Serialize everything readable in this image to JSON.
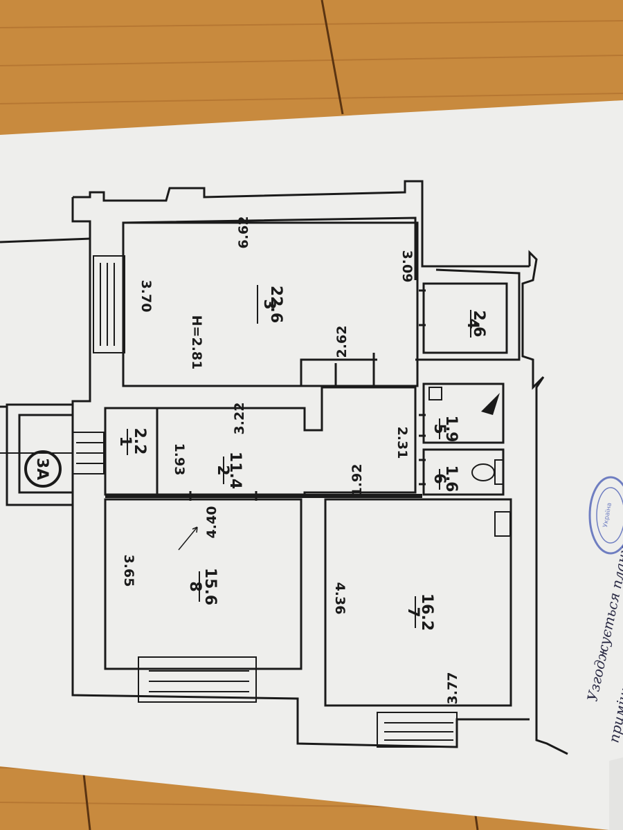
{
  "plan": {
    "building_marker": "3А",
    "ceiling_height": "H=2.81",
    "rooms": [
      {
        "id": "room-1",
        "number": "1",
        "area": "2.2",
        "dims": [
          "1.93"
        ]
      },
      {
        "id": "room-2",
        "number": "2",
        "area": "11.4",
        "dims": [
          "3.22",
          "2.31",
          "1.92"
        ]
      },
      {
        "id": "room-3",
        "number": "3",
        "area": "22.6",
        "dims": [
          "6.62",
          "3.70",
          "3.09",
          "2.62"
        ]
      },
      {
        "id": "room-4",
        "number": "4",
        "area": "2.6",
        "dims": []
      },
      {
        "id": "room-5",
        "number": "5",
        "area": "1.9",
        "dims": []
      },
      {
        "id": "room-6",
        "number": "6",
        "area": "1.6",
        "dims": []
      },
      {
        "id": "room-7",
        "number": "7",
        "area": "16.2",
        "dims": [
          "4.36",
          "3.77"
        ]
      },
      {
        "id": "room-8",
        "number": "8",
        "area": "15.6",
        "dims": [
          "3.65",
          "4.40"
        ]
      }
    ]
  },
  "approval": {
    "line1": "Узгоджується планування офісного",
    "line2": "приміщення 3А на вул. ...... будинку",
    "stamp_text": "Україна"
  }
}
